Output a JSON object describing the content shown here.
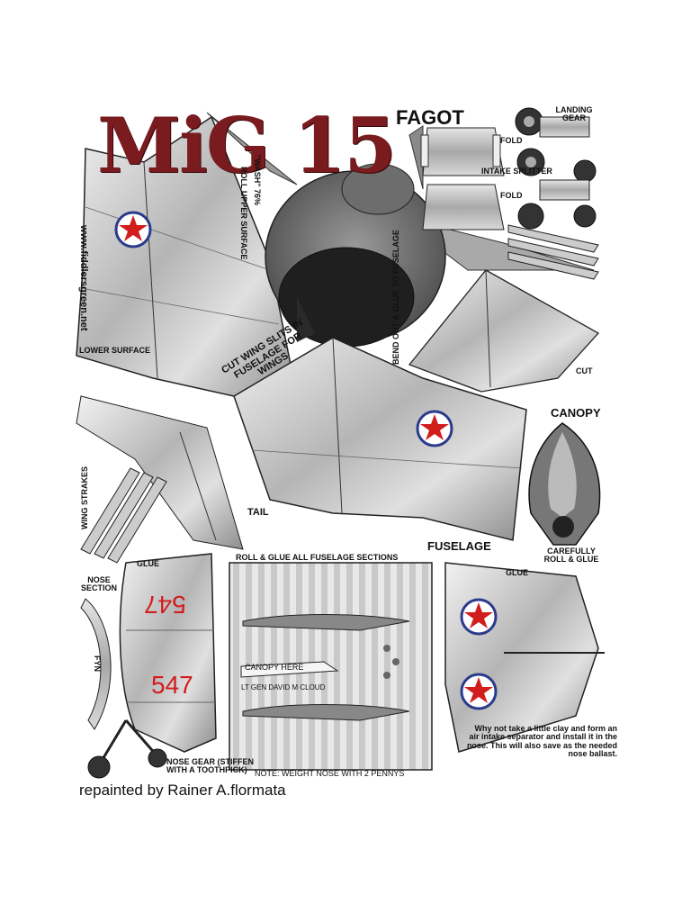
{
  "title": {
    "main": "MiG 15",
    "sub": "FAGOT"
  },
  "website": "www.fiddlersgreen.net",
  "labels": {
    "landing_gear": "LANDING GEAR",
    "glue": "GLUE",
    "fold": "FOLD",
    "intake_splitter": "INTAKE SPLITTER",
    "wash": "\"WASH\" 76%",
    "roll_upper": "ROLL UPPER SURFACE",
    "bend_out": "BEND OUT & GLUE TO FUSELAGE",
    "cut": "CUT",
    "lower_surface": "LOWER SURFACE",
    "cut_wing_slits": "CUT WING SLITS IN FUSELAGE FOR WINGS",
    "canopy": "CANOPY",
    "wing_strakes": "WING STRAKES",
    "tail": "TAIL",
    "fuselage": "FUSELAGE",
    "carefully": "CAREFULLY ROLL & GLUE",
    "roll_glue_all": "ROLL & GLUE ALL FUSELAGE SECTIONS",
    "nose_section": "NOSE SECTION",
    "fyn": "FYN",
    "canopy_here": "CANOPY HERE",
    "pilot_name": "LT GEN DAVID M CLOUD",
    "nose_gear": "NOSE GEAR (STIFFEN WITH A TOOTHPICK)",
    "note_weight": "NOTE: WEIGHT NOSE WITH 2 PENNYS",
    "clay_note": "Why not take a little clay and form an air intake separator and install it in the nose. This will also save as the needed nose ballast."
  },
  "tail_numbers": {
    "upside_down": "547",
    "upright": "547"
  },
  "credit": "repainted by Rainer A.flormata",
  "colors": {
    "title_red": "#7a1c1f",
    "star_red": "#d21d1d",
    "roundel_blue": "#2a3a8c",
    "metal": "#b9b9b9"
  }
}
